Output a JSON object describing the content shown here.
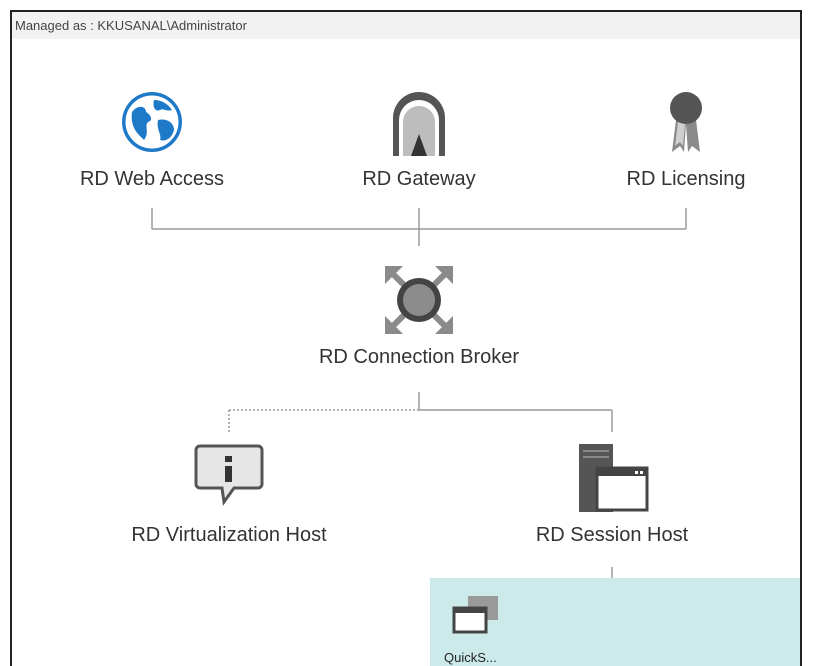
{
  "header": {
    "managed_as": "Managed as : KKUSANAL\\Administrator"
  },
  "nodes": {
    "web_access": {
      "label": "RD Web Access",
      "icon": "globe-icon"
    },
    "gateway": {
      "label": "RD Gateway",
      "icon": "gateway-icon"
    },
    "licensing": {
      "label": "RD Licensing",
      "icon": "ribbon-icon"
    },
    "broker": {
      "label": "RD Connection Broker",
      "icon": "broker-icon"
    },
    "virtualization": {
      "label": "RD Virtualization Host",
      "icon": "info-bubble-icon"
    },
    "session": {
      "label": "RD Session Host",
      "icon": "server-window-icon"
    }
  },
  "collection": {
    "label": "QuickS...",
    "icon": "windows-icon"
  },
  "colors": {
    "accent": "#1e7ac8",
    "panel": "#cdeaea",
    "connector": "#999999",
    "icon_gray": "#555555"
  }
}
